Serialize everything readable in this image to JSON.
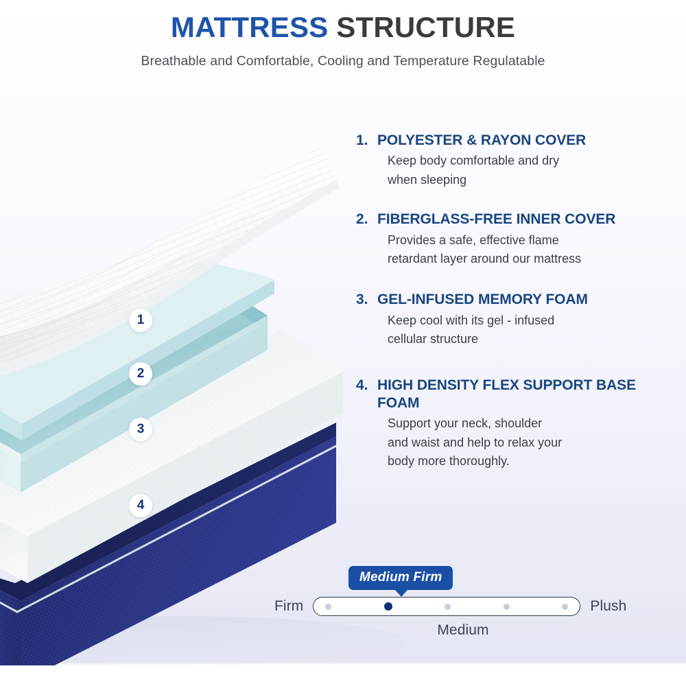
{
  "header": {
    "title_part1": "MATTRESS",
    "title_part2": "STRUCTURE",
    "subtitle": "Breathable and Comfortable, Cooling and Temperature Regulatable"
  },
  "colors": {
    "title_blue": "#1e54a8",
    "title_dark": "#3b3b3b",
    "heading_blue": "#19457f",
    "body_text": "#3b4049",
    "badge_blue": "#1b4fa6",
    "active_dot": "#11307a",
    "inactive_dot": "#c9ccdd",
    "base_navy": "#26307a",
    "gel_teal": "#8fc6cd",
    "cover_white": "#f4f6f8"
  },
  "features": [
    {
      "number": "1.",
      "title": "POLYESTER & RAYON COVER",
      "desc": [
        "Keep body comfortable and dry",
        "when sleeping"
      ]
    },
    {
      "number": "2.",
      "title": "FIBERGLASS-FREE INNER COVER",
      "desc": [
        "Provides a safe, effective flame",
        "retardant layer around our mattress"
      ]
    },
    {
      "number": "3.",
      "title": "GEL-INFUSED MEMORY FOAM",
      "desc": [
        "Keep cool with its gel - infused",
        "cellular structure"
      ]
    },
    {
      "number": "4.",
      "title": "HIGH DENSITY FLEX SUPPORT BASE FOAM",
      "desc": [
        "Support your neck, shoulder",
        "and waist and help to relax your",
        " body more thoroughly."
      ]
    }
  ],
  "layer_markers": [
    {
      "label": "1"
    },
    {
      "label": "2"
    },
    {
      "label": "3"
    },
    {
      "label": "4"
    }
  ],
  "firmness": {
    "badge": "Medium Firm",
    "left_label": "Firm",
    "right_label": "Plush",
    "center_label": "Medium",
    "dot_count": 5,
    "active_index": 1
  }
}
